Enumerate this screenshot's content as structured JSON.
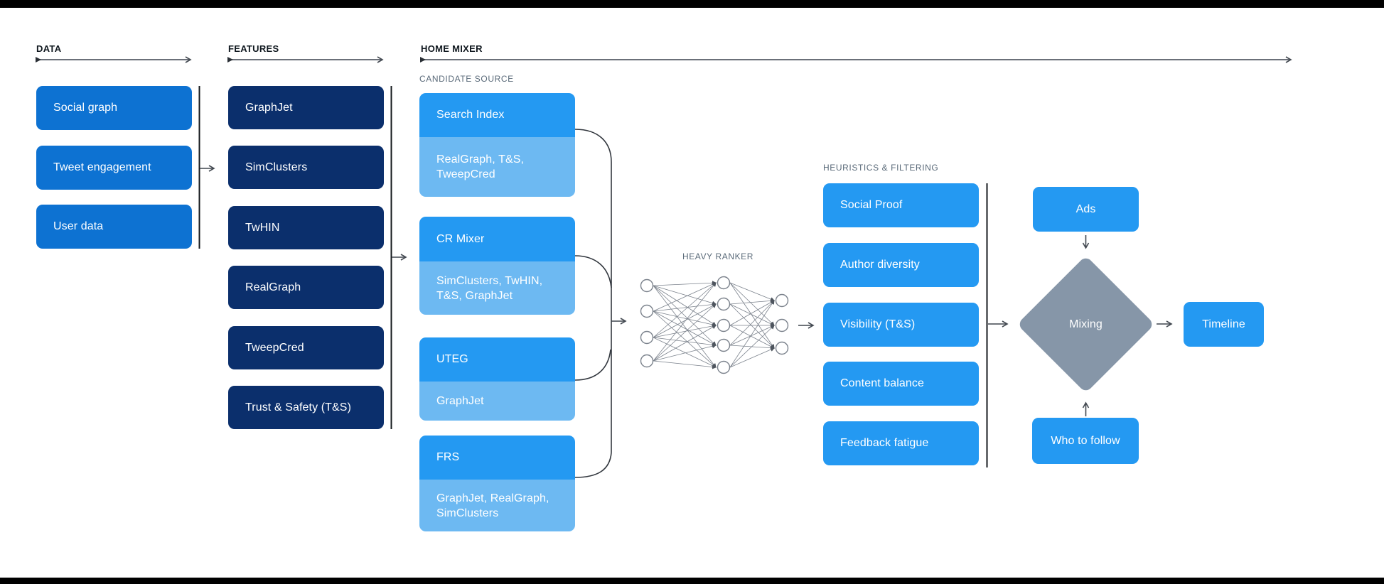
{
  "colors": {
    "page_bg": "#ffffff",
    "frame_bar": "#000000",
    "data_box": "#0d72d2",
    "feature_box": "#0b2f6c",
    "source_header": "#2499f2",
    "source_sub": "#6db9f2",
    "heuristic_box": "#2499f2",
    "output_box": "#2499f2",
    "mixing_diamond": "#8696a8",
    "box_text": "#ffffff",
    "header_text": "#10181f",
    "label_text": "#5a6a79",
    "line": "#3f454d"
  },
  "headers": {
    "data": "DATA",
    "features": "FEATURES",
    "home_mixer": "HOME MIXER"
  },
  "data_column": {
    "items": [
      "Social graph",
      "Tweet engagement",
      "User data"
    ]
  },
  "features_column": {
    "items": [
      "GraphJet",
      "SimClusters",
      "TwHIN",
      "RealGraph",
      "TweepCred",
      "Trust & Safety (T&S)"
    ]
  },
  "candidate_sources": {
    "label": "CANDIDATE SOURCE",
    "groups": [
      {
        "name": "Search Index",
        "features": "RealGraph, T&S, TweepCred"
      },
      {
        "name": "CR Mixer",
        "features": "SimClusters, TwHIN, T&S, GraphJet"
      },
      {
        "name": "UTEG",
        "features": "GraphJet"
      },
      {
        "name": "FRS",
        "features": "GraphJet, RealGraph, SimClusters"
      }
    ]
  },
  "heavy_ranker": {
    "label": "HEAVY RANKER",
    "layers": [
      4,
      5,
      3
    ]
  },
  "heuristics": {
    "label": "HEURISTICS & FILTERING",
    "items": [
      "Social Proof",
      "Author diversity",
      "Visibility (T&S)",
      "Content balance",
      "Feedback fatigue"
    ]
  },
  "mixing": {
    "diamond": "Mixing",
    "ads": "Ads",
    "who_to_follow": "Who to follow",
    "timeline": "Timeline"
  }
}
